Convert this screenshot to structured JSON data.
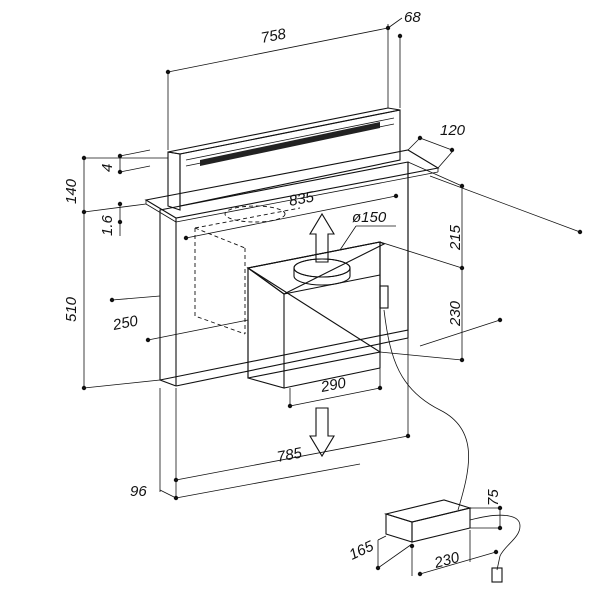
{
  "diagram": {
    "dimensions": {
      "top_width": "758",
      "top_depth": "68",
      "panel_depth": "120",
      "cap_height": "4",
      "upper_height": "140",
      "plate_thickness": "1.6",
      "panel_width": "835",
      "duct_diameter": "ø150",
      "offset_upper": "215",
      "total_height": "510",
      "motor_offset": "250",
      "motor_height": "230",
      "motor_width": "290",
      "bottom_width": "785",
      "bottom_depth": "96",
      "box_height": "75",
      "box_depth": "165",
      "box_width": "230"
    }
  }
}
